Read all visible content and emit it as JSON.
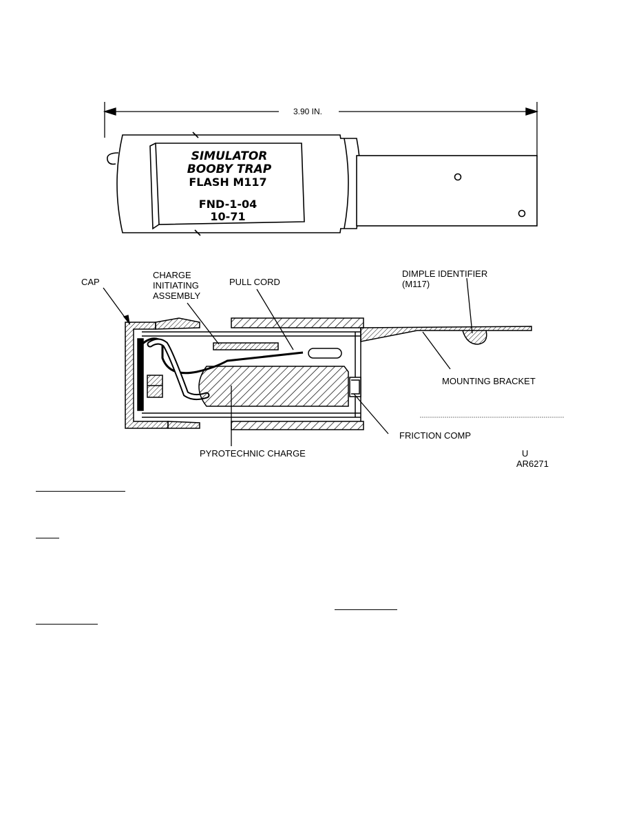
{
  "figure": {
    "dimension_label": "3.90 IN.",
    "device_label_lines": [
      "SIMULATOR",
      "BOOBY TRAP",
      "FLASH M117",
      "FND-1-04",
      "10-71"
    ],
    "callouts": {
      "cap": "CAP",
      "charge_initiating": [
        "CHARGE",
        "INITIATING",
        "ASSEMBLY"
      ],
      "pull_cord": "PULL CORD",
      "dimple_identifier": [
        "DIMPLE IDENTIFIER",
        "(M117)"
      ],
      "mounting_bracket": "MOUNTING BRACKET",
      "friction_comp": "FRICTION COMP",
      "pyrotechnic_charge": "PYROTECHNIC CHARGE"
    },
    "figure_code": [
      "U",
      "AR6271"
    ]
  },
  "colors": {
    "ink": "#000000",
    "paper": "#ffffff"
  }
}
